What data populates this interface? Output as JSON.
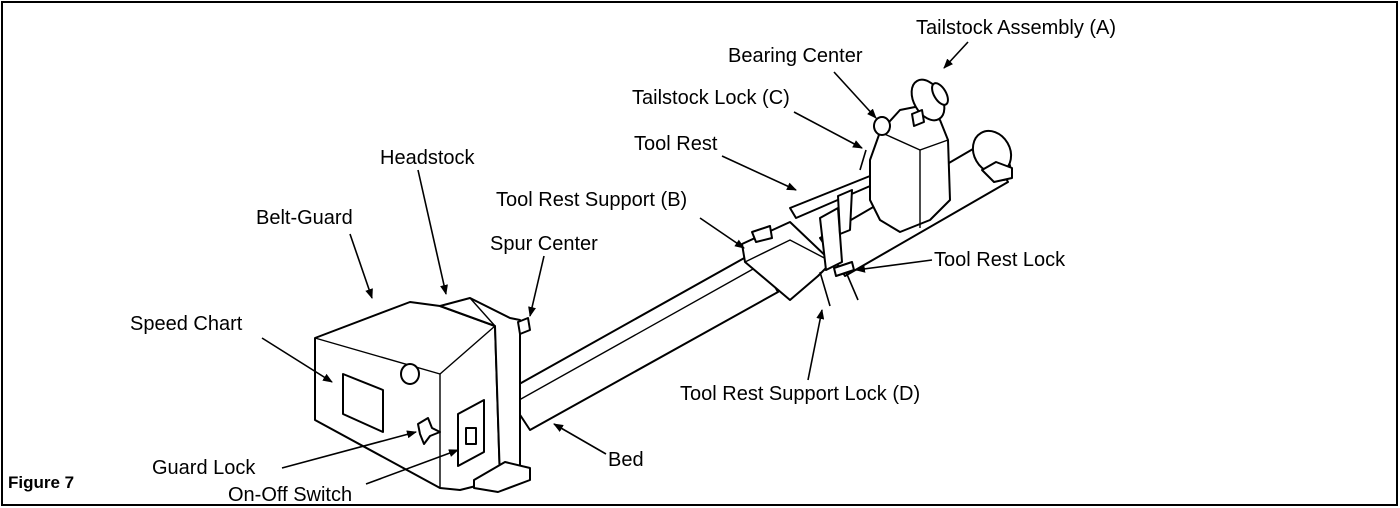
{
  "figure": {
    "caption": "Figure 7",
    "labels": {
      "tailstock_assembly": "Tailstock Assembly (A)",
      "bearing_center": "Bearing Center",
      "tailstock_lock": "Tailstock Lock (C)",
      "tool_rest": "Tool Rest",
      "headstock": "Headstock",
      "tool_rest_support": "Tool Rest Support (B)",
      "belt_guard": "Belt-Guard",
      "spur_center": "Spur Center",
      "tool_rest_lock": "Tool Rest Lock",
      "speed_chart": "Speed Chart",
      "tool_rest_support_lock": "Tool Rest Support Lock (D)",
      "guard_lock": "Guard Lock",
      "bed": "Bed",
      "on_off_switch": "On-Off Switch"
    }
  }
}
